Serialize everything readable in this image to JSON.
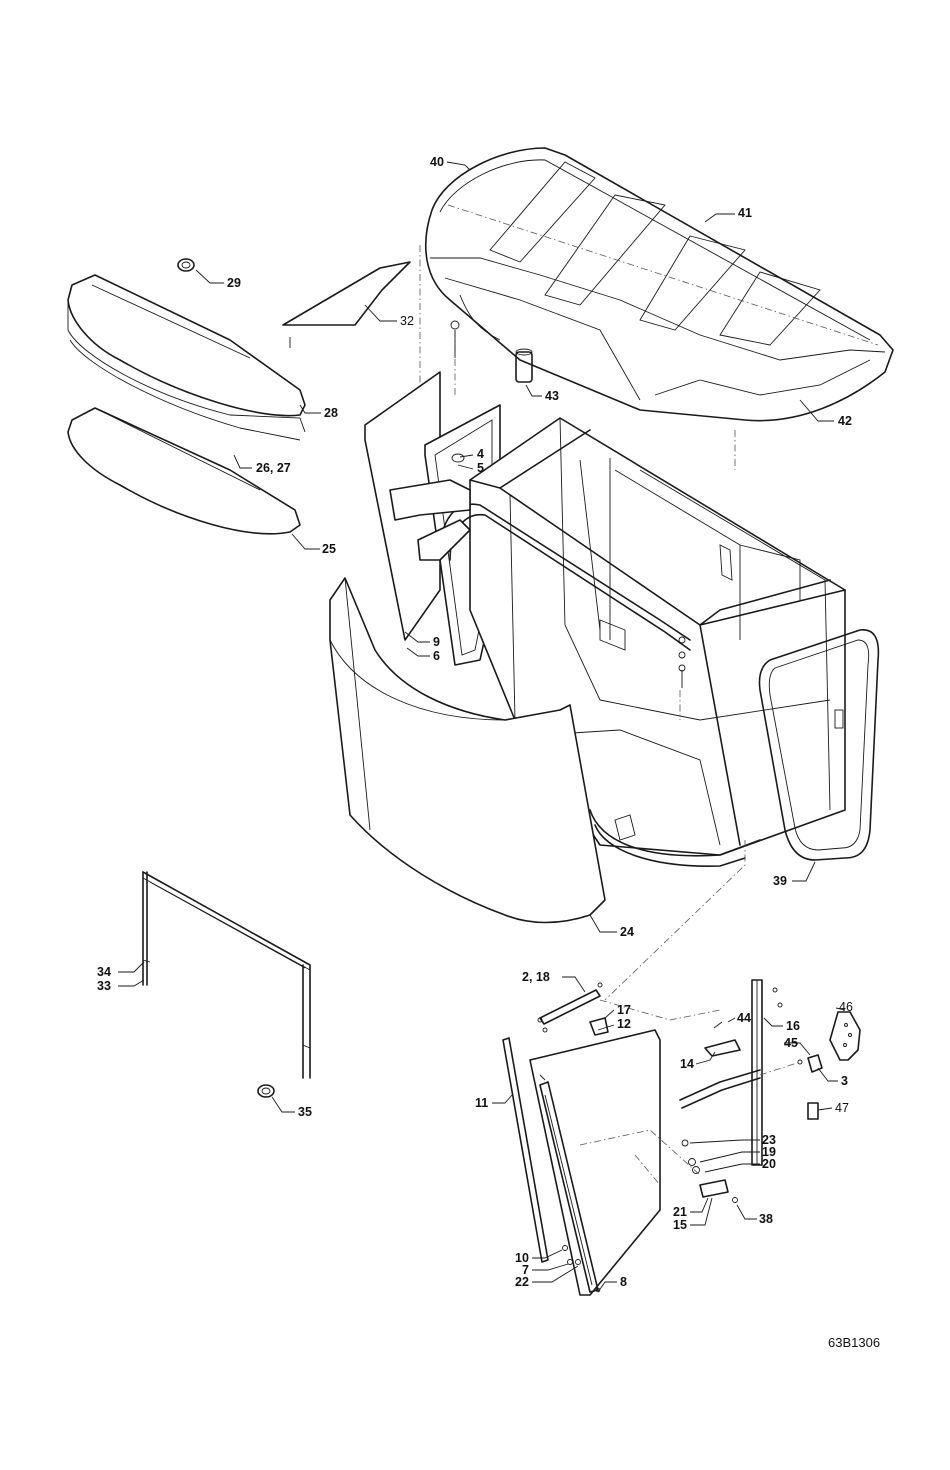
{
  "drawing_number": "63B1306",
  "callouts": {
    "c40": "40",
    "c41": "41",
    "c42": "42",
    "c43": "43",
    "c29": "29",
    "c32": "32",
    "c28": "28",
    "c26_27": "26, 27",
    "c25": "25",
    "c4": "4",
    "c5": "5",
    "c9": "9",
    "c6": "6",
    "c39": "39",
    "c24": "24",
    "c34": "34",
    "c33": "33",
    "c35": "35",
    "c2_18": "2, 18",
    "c17": "17",
    "c12": "12",
    "c44": "44",
    "c16": "16",
    "c46": "46",
    "c45": "45",
    "c14": "14",
    "c3": "3",
    "c47": "47",
    "c11": "11",
    "c23": "23",
    "c19": "19",
    "c20": "20",
    "c21": "21",
    "c15": "15",
    "c38": "38",
    "c10": "10",
    "c7": "7",
    "c22": "22",
    "c8": "8"
  },
  "icons": {
    "roof": "roof-panel-icon",
    "cab_frame": "cab-frame-icon",
    "door": "door-assembly-icon"
  }
}
